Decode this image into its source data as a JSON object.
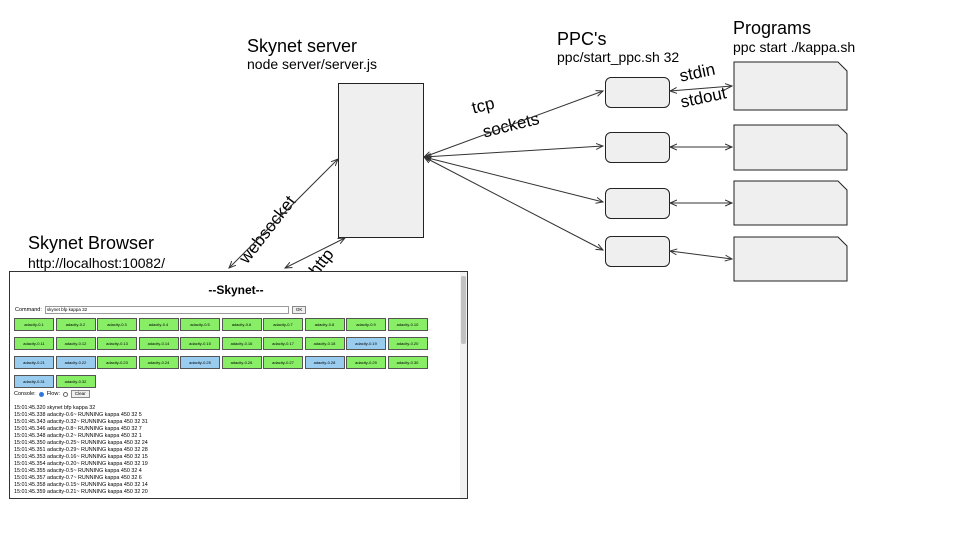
{
  "server": {
    "title": "Skynet server",
    "command": "node server/server.js"
  },
  "ppcs": {
    "title": "PPC's",
    "command": "ppc/start_ppc.sh 32"
  },
  "programs": {
    "title": "Programs",
    "command": "ppc start ./kappa.sh"
  },
  "browser_label": {
    "title": "Skynet Browser",
    "url": "http://localhost:10082/"
  },
  "edge_labels": {
    "tcp": "tcp",
    "sockets": "sockets",
    "stdin": "stdin",
    "stdout": "stdout",
    "websocket": "websocket",
    "http": "http"
  },
  "browser": {
    "page_title": "--Skynet--",
    "command_label": "Command:",
    "command_value": "skynet bfp kappa 32",
    "ok_label": "OK",
    "console_label": "Console:",
    "flow_label": "Flow:",
    "clear_label": "Clear",
    "chips": [
      {
        "label": "adacity-0.1",
        "state": "green"
      },
      {
        "label": "adacity-0.2",
        "state": "green"
      },
      {
        "label": "adacity-0.3",
        "state": "green"
      },
      {
        "label": "adacity-0.4",
        "state": "green"
      },
      {
        "label": "adacity-0.5",
        "state": "green"
      },
      {
        "label": "adacity-0.6",
        "state": "green"
      },
      {
        "label": "adacity-0.7",
        "state": "green"
      },
      {
        "label": "adacity-0.8",
        "state": "green"
      },
      {
        "label": "adacity-0.9",
        "state": "green"
      },
      {
        "label": "adacity-0.10",
        "state": "green"
      },
      {
        "label": "adacity-0.11",
        "state": "green"
      },
      {
        "label": "adacity-0.12",
        "state": "green"
      },
      {
        "label": "adacity-0.13",
        "state": "green"
      },
      {
        "label": "adacity-0.14",
        "state": "green"
      },
      {
        "label": "adacity-0.15",
        "state": "green"
      },
      {
        "label": "adacity-0.16",
        "state": "green"
      },
      {
        "label": "adacity-0.17",
        "state": "green"
      },
      {
        "label": "adacity-0.18",
        "state": "green"
      },
      {
        "label": "adacity-0.19",
        "state": "blue"
      },
      {
        "label": "adacity-0.20",
        "state": "green"
      },
      {
        "label": "adacity-0.21",
        "state": "blue"
      },
      {
        "label": "adacity-0.22",
        "state": "blue"
      },
      {
        "label": "adacity-0.23",
        "state": "green"
      },
      {
        "label": "adacity-0.24",
        "state": "green"
      },
      {
        "label": "adacity-0.25",
        "state": "blue"
      },
      {
        "label": "adacity-0.26",
        "state": "green"
      },
      {
        "label": "adacity-0.27",
        "state": "green"
      },
      {
        "label": "adacity-0.28",
        "state": "blue"
      },
      {
        "label": "adacity-0.29",
        "state": "green"
      },
      {
        "label": "adacity-0.30",
        "state": "green"
      },
      {
        "label": "adacity-0.31",
        "state": "blue"
      },
      {
        "label": "adacity-0.32",
        "state": "green"
      }
    ],
    "log_lines": [
      "15:01:45.320 skynet bfp kappa 32",
      "15:01:45.338 adacity-0.6~ RUNNING kappa 450 32 5",
      "15:01:45.343 adacity-0.32~ RUNNING kappa 450 32 31",
      "15:01:45.346 adacity-0.8~ RUNNING kappa 450 32 7",
      "15:01:45.348 adacity-0.2~ RUNNING kappa 450 32 1",
      "15:01:45.350 adacity-0.25~ RUNNING kappa 450 32 24",
      "15:01:45.351 adacity-0.29~ RUNNING kappa 450 32 28",
      "15:01:45.353 adacity-0.16~ RUNNING kappa 450 32 15",
      "15:01:45.354 adacity-0.20~ RUNNING kappa 450 32 19",
      "15:01:45.355 adacity-0.5~ RUNNING kappa 450 32 4",
      "15:01:45.357 adacity-0.7~ RUNNING kappa 450 32 6",
      "15:01:45.358 adacity-0.15~ RUNNING kappa 450 32 14",
      "15:01:45.359 adacity-0.21~ RUNNING kappa 450 32 20"
    ]
  },
  "colors": {
    "chip_green": "#88ee66",
    "chip_blue": "#99ccee",
    "box_fill": "#efefef"
  }
}
